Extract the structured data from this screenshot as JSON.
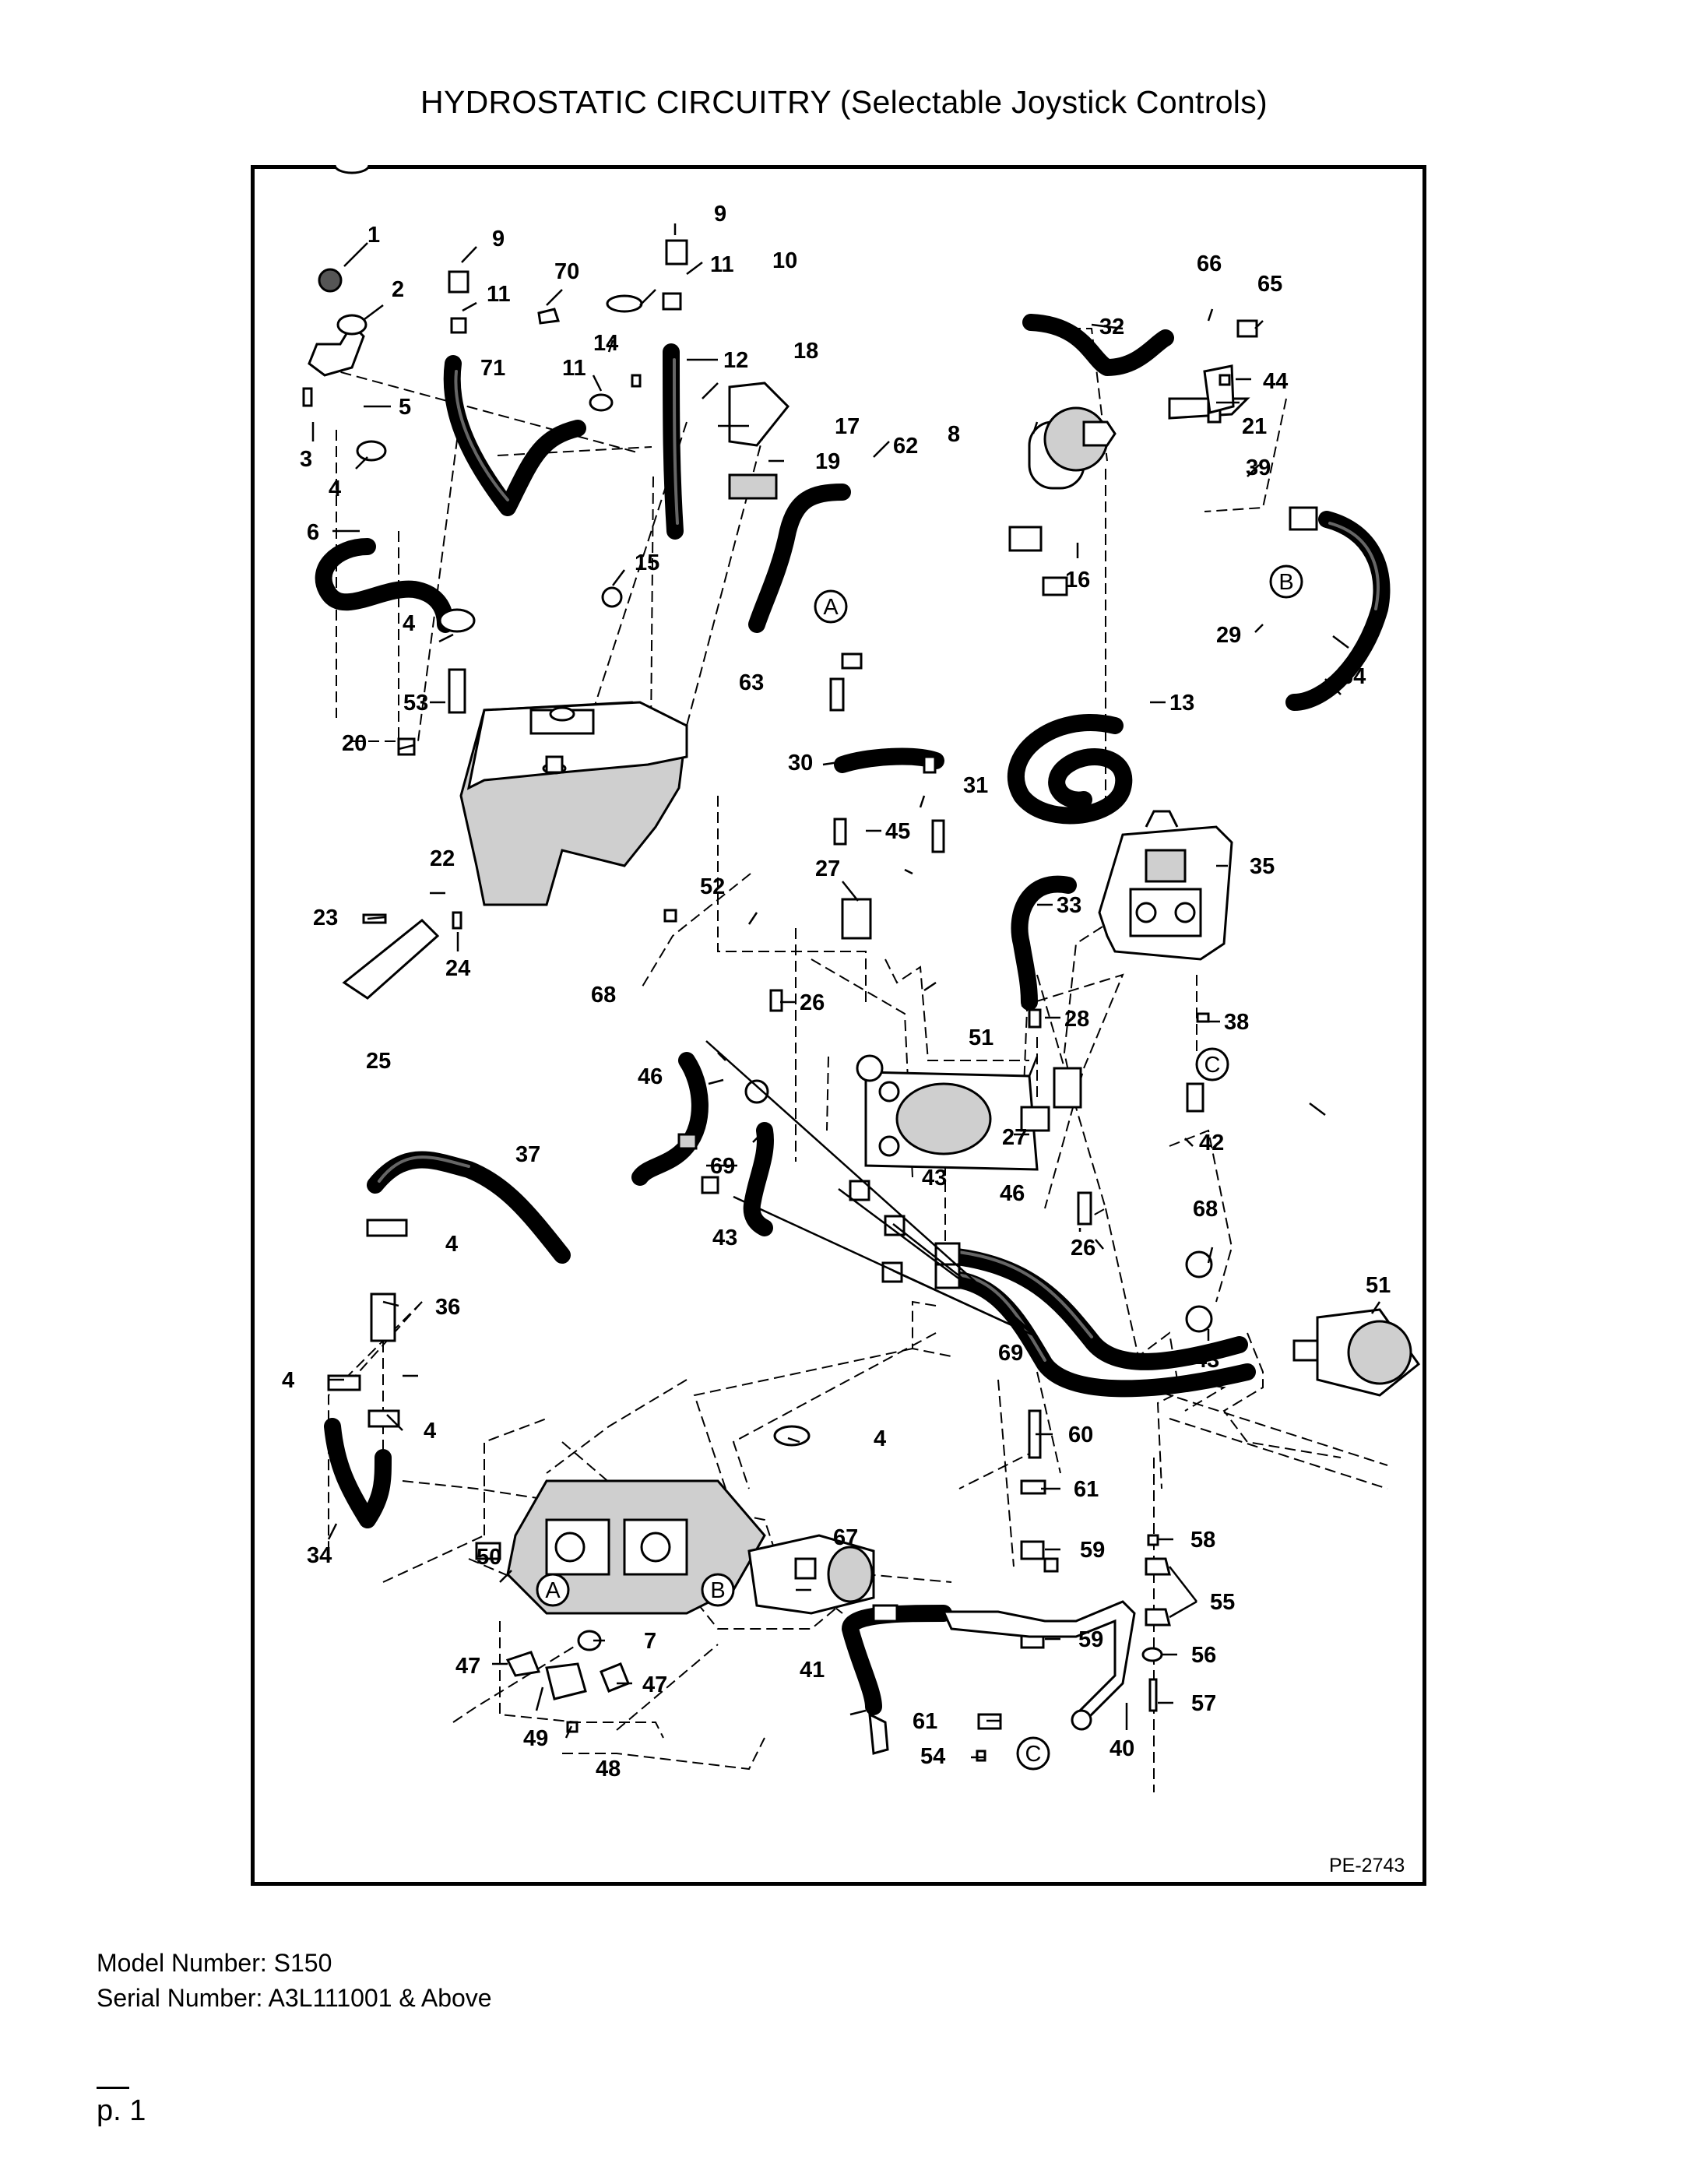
{
  "title": "HYDROSTATIC CIRCUITRY (Selectable Joystick Controls)",
  "drawing_number": "PE-2743",
  "footer": {
    "model": "Model Number: S150",
    "serial": "Serial Number: A3L111001 & Above",
    "page": "p. 1"
  },
  "connector_markers": [
    "A",
    "B",
    "C"
  ],
  "callouts": [
    "1",
    "2",
    "3",
    "4",
    "5",
    "6",
    "7",
    "8",
    "9",
    "10",
    "11",
    "12",
    "13",
    "14",
    "15",
    "16",
    "17",
    "18",
    "19",
    "20",
    "21",
    "22",
    "23",
    "24",
    "25",
    "26",
    "27",
    "28",
    "29",
    "30",
    "31",
    "32",
    "33",
    "34",
    "35",
    "36",
    "37",
    "38",
    "39",
    "40",
    "41",
    "42",
    "43",
    "44",
    "45",
    "46",
    "47",
    "48",
    "49",
    "50",
    "51",
    "52",
    "53",
    "54",
    "55",
    "56",
    "57",
    "58",
    "59",
    "60",
    "61",
    "62",
    "63",
    "64",
    "65",
    "66",
    "67",
    "68",
    "69",
    "70",
    "71"
  ]
}
